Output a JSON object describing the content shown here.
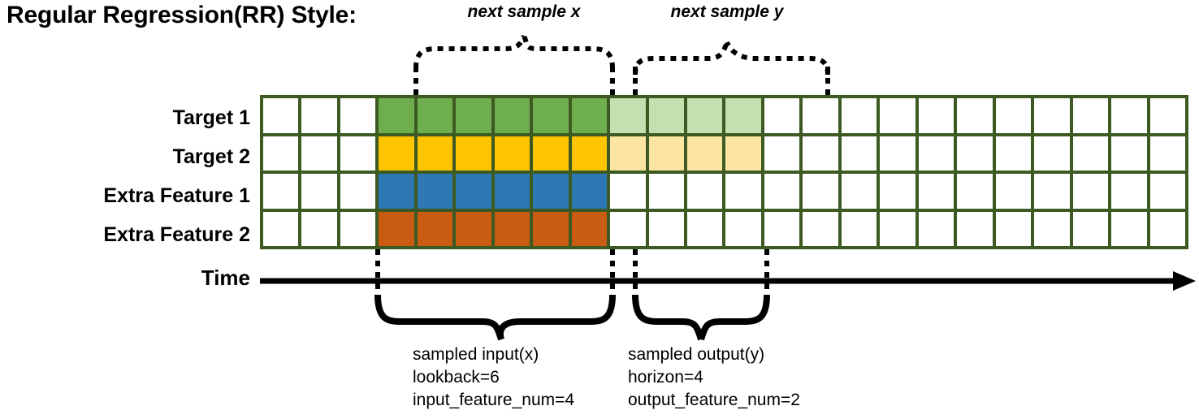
{
  "title": "Regular Regression(RR) Style:",
  "rows": [
    {
      "label": "Target 1",
      "name": "target-1"
    },
    {
      "label": "Target 2",
      "name": "target-2"
    },
    {
      "label": "Extra Feature 1",
      "name": "extra-feature-1"
    },
    {
      "label": "Extra Feature 2",
      "name": "extra-feature-2"
    }
  ],
  "axis": {
    "label": "Time"
  },
  "grid": {
    "columns": 24,
    "rows": 4,
    "border_color": "#3c5a22",
    "empty_color": "#ffffff",
    "input_start_col": 4,
    "input_end_col": 9,
    "output_start_col": 10,
    "output_end_col": 13,
    "fills": {
      "target_1_input": "#6fae4f",
      "target_2_input": "#fdc400",
      "feature_1_input": "#2e77b5",
      "feature_2_input": "#c95b13",
      "target_1_output": "#c5dfb0",
      "target_2_output": "#fce5a2"
    }
  },
  "annotations": {
    "top": [
      {
        "text": "next sample x",
        "name": "next-sample-x-label"
      },
      {
        "text": "next sample y",
        "name": "next-sample-y-label"
      }
    ],
    "bottom": [
      {
        "name": "sampled-input-caption",
        "lines": [
          "sampled input(x)",
          "lookback=6",
          "input_feature_num=4"
        ]
      },
      {
        "name": "sampled-output-caption",
        "lines": [
          "sampled output(y)",
          "horizon=4",
          "output_feature_num=2"
        ]
      }
    ]
  }
}
